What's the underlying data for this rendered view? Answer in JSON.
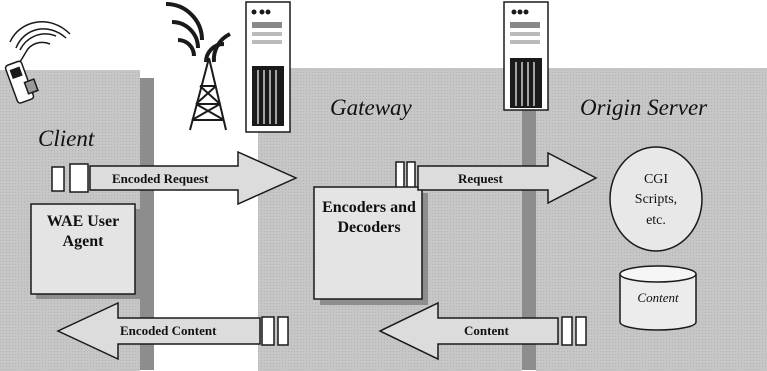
{
  "diagram": {
    "regions": {
      "client": {
        "label": "Client"
      },
      "gateway": {
        "label": "Gateway"
      },
      "origin_server": {
        "label": "Origin Server"
      }
    },
    "components": {
      "wae_user_agent": "WAE User Agent",
      "encoders_decoders": "Encoders and Decoders",
      "cgi_scripts": "CGI Scripts, etc.",
      "content_store": "Content"
    },
    "arrows": {
      "encoded_request": "Encoded Request",
      "request": "Request",
      "encoded_content": "Encoded Content",
      "content": "Content"
    },
    "icons": [
      "mobile-phone-icon",
      "radio-tower-icon",
      "server-tower-icon"
    ],
    "colors": {
      "panel_fill": "#c4c4c4",
      "panel_shadow": "#8d8d8d",
      "inner_box_fill": "#e4e4e4",
      "arrow_fill": "#dcdcdc",
      "stroke": "#1a1a1a"
    }
  }
}
